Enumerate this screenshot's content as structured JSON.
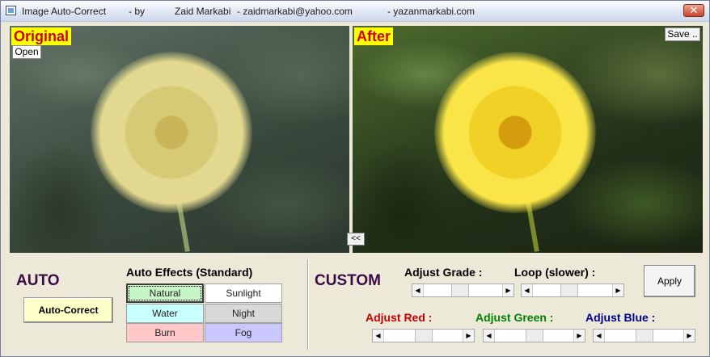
{
  "titlebar": {
    "app_title": "Image Auto-Correct",
    "by": "- by",
    "author": "Zaid Markabi",
    "email": "- zaidmarkabi@yahoo.com",
    "website": "- yazanmarkabi.com",
    "close_glyph": "✕"
  },
  "original": {
    "caption": "Original",
    "open_label": "Open"
  },
  "after": {
    "caption": "After",
    "save_label": "Save .."
  },
  "swap_label": "<<",
  "auto": {
    "heading": "AUTO",
    "button_label": "Auto-Correct",
    "effects_heading": "Auto Effects (Standard)",
    "effects": [
      {
        "label": "Natural",
        "color": "#c8f5c8",
        "selected": true
      },
      {
        "label": "Sunlight",
        "color": "#ffffff",
        "selected": false
      },
      {
        "label": "Water",
        "color": "#c8ffff",
        "selected": false
      },
      {
        "label": "Night",
        "color": "#d8d8d8",
        "selected": false
      },
      {
        "label": "Burn",
        "color": "#ffc8c8",
        "selected": false
      },
      {
        "label": "Fog",
        "color": "#c8c8ff",
        "selected": false
      }
    ]
  },
  "custom": {
    "heading": "CUSTOM",
    "grade_label": "Adjust Grade :",
    "loop_label": "Loop (slower) :",
    "apply_label": "Apply",
    "red_label": "Adjust Red :",
    "green_label": "Adjust Green :",
    "blue_label": "Adjust Blue :",
    "label_colors": {
      "red": "#c00000",
      "green": "#008000",
      "blue": "#000090"
    },
    "sliders": {
      "grade": 0.45,
      "loop": 0.45,
      "red": 0.5,
      "green": 0.5,
      "blue": 0.5
    }
  }
}
